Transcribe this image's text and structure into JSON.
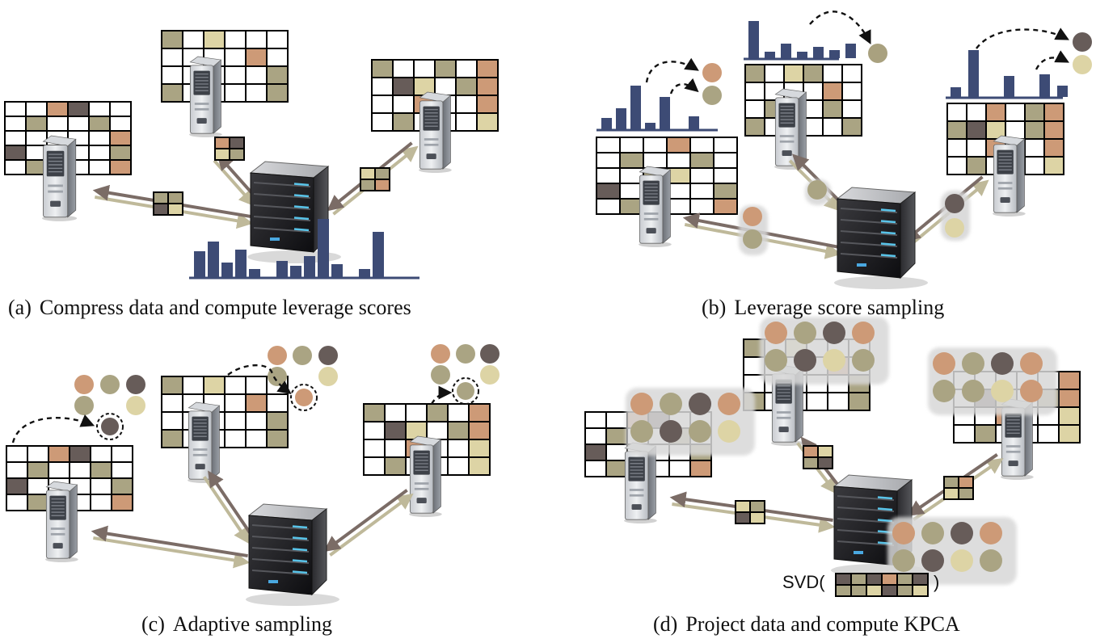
{
  "captions": {
    "a": {
      "tag": "(a)",
      "text": "Compress data and compute leverage scores"
    },
    "b": {
      "tag": "(b)",
      "text": "Leverage score sampling"
    },
    "c": {
      "tag": "(c)",
      "text": "Adaptive sampling"
    },
    "d": {
      "tag": "(d)",
      "text": "Project data and compute KPCA"
    }
  },
  "svd": {
    "prefix": "SVD(",
    "suffix": ")"
  },
  "colors": {
    "tan": "#cd9a77",
    "sage": "#aaa483",
    "charcoal": "#675c59",
    "cream": "#ddd4a5",
    "olive": "#a9a17f",
    "bar": "#3d4b75",
    "link_light": "#bfb99a",
    "link_dark": "#7b6c66"
  }
}
